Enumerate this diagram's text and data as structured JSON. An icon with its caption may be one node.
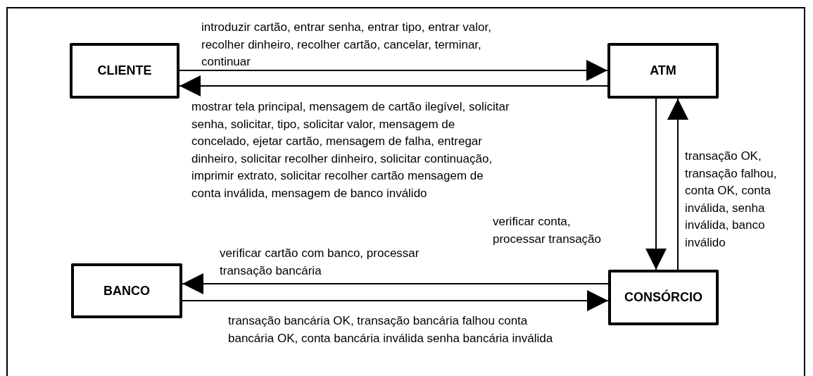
{
  "diagram": {
    "nodes": [
      {
        "text": [
          "CLIENTE"
        ]
      },
      {
        "text": [
          "ATM"
        ]
      },
      {
        "text": [
          "BANCO"
        ]
      },
      {
        "text": [
          "CONSÓRCIO"
        ]
      }
    ],
    "edges": [
      {
        "from": 0,
        "to": 1,
        "arrow": "to",
        "label": "introduzir cartão, entrar senha, entrar tipo, entrar valor, recolher dinheiro, recolher cartão, cancelar, terminar, continuar"
      },
      {
        "from": 1,
        "to": 0,
        "arrow": "to",
        "label": "mostrar tela principal, mensagem de cartão ilegível, solicitar senha, solicitar, tipo, solicitar valor, mensagem de concelado, ejetar cartão, mensagem de falha, entregar dinheiro, solicitar recolher dinheiro, solicitar continuação, imprimir extrato, solicitar recolher cartão mensagem de conta inválida, mensagem de banco inválido"
      },
      {
        "from": 1,
        "to": 3,
        "arrow": "to",
        "label": "verificar conta, processar transação"
      },
      {
        "from": 3,
        "to": 1,
        "arrow": "to",
        "label": "transação OK, transação falhou, conta OK, conta inválida, senha inválida, banco inválido"
      },
      {
        "from": 3,
        "to": 2,
        "arrow": "to",
        "label": "verificar cartão com banco, processar transação bancária"
      },
      {
        "from": 2,
        "to": 3,
        "arrow": "to",
        "label": "transação bancária OK, transação bancária falhou conta bancária OK, conta bancária inválida senha bancária inválida"
      }
    ]
  }
}
